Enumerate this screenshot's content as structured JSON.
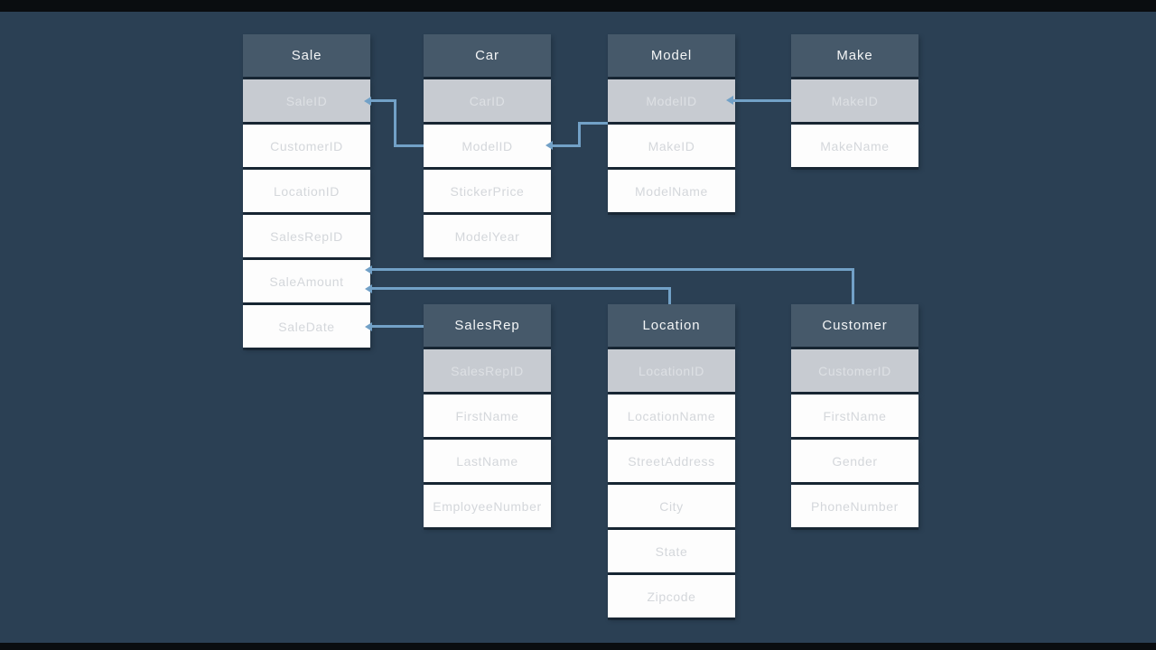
{
  "colors": {
    "background": "#2b4054",
    "table_header": "#46596a",
    "primary_key_row": "#c7cbd1",
    "field_row": "#fdfdfd",
    "field_text": "#d4d7db",
    "connector": "#72a1c7",
    "letterbox": "#0a0d10"
  },
  "tables": [
    {
      "name": "Sale",
      "primary_key": "SaleID",
      "fields": [
        "CustomerID",
        "LocationID",
        "SalesRepID",
        "SaleAmount",
        "SaleDate"
      ]
    },
    {
      "name": "Car",
      "primary_key": "CarID",
      "fields": [
        "ModelID",
        "StickerPrice",
        "ModelYear"
      ]
    },
    {
      "name": "Model",
      "primary_key": "ModelID",
      "fields": [
        "MakeID",
        "ModelName"
      ]
    },
    {
      "name": "Make",
      "primary_key": "MakeID",
      "fields": [
        "MakeName"
      ]
    },
    {
      "name": "SalesRep",
      "primary_key": "SalesRepID",
      "fields": [
        "FirstName",
        "LastName",
        "EmployeeNumber"
      ]
    },
    {
      "name": "Location",
      "primary_key": "LocationID",
      "fields": [
        "LocationName",
        "StreetAddress",
        "City",
        "State",
        "Zipcode"
      ]
    },
    {
      "name": "Customer",
      "primary_key": "CustomerID",
      "fields": [
        "FirstName",
        "Gender",
        "PhoneNumber"
      ]
    }
  ],
  "relationships": [
    {
      "from": "Sale.SaleID",
      "to": "Car.ModelID"
    },
    {
      "from": "Car.ModelID",
      "to": "Model.ModelID"
    },
    {
      "from": "Make.MakeID",
      "to": "Model.ModelID"
    },
    {
      "from": "Sale.SaleAmount",
      "to": "Customer"
    },
    {
      "from": "Sale.SaleAmount",
      "to": "Location"
    },
    {
      "from": "Sale.SaleDate",
      "to": "SalesRep"
    }
  ]
}
